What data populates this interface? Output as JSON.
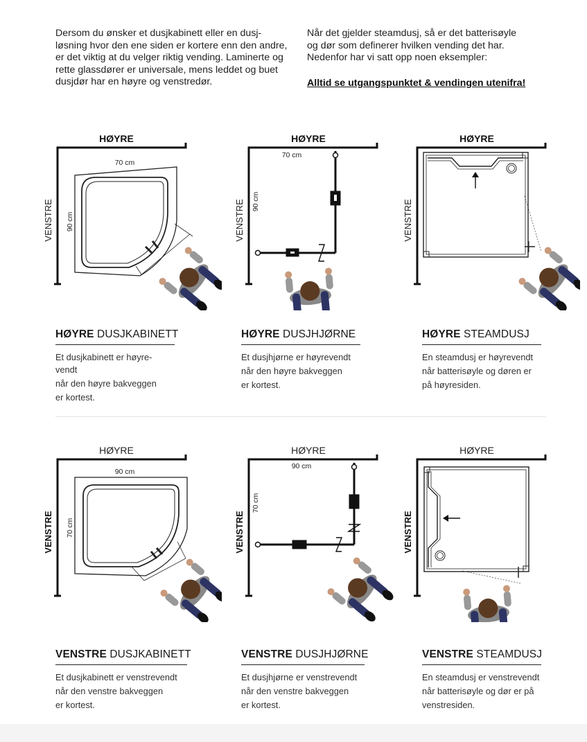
{
  "intro": {
    "left": [
      "Dersom du ønsker et dusjkabinett eller en dusj-",
      "løsning hvor den ene siden er kortere enn den andre,",
      "er det viktig at du velger riktig vending. Laminerte og",
      "rette glassdører er universale, mens leddet og buet",
      "dusjdør har en høyre og venstredør."
    ],
    "right": [
      "Når det gjelder steamdusj, så er det batterisøyle",
      "og dør som definerer hvilken vending det har.",
      "Nedenfor har vi satt opp noen eksempler:"
    ],
    "warning": "Alltid se utgangspunktet & vendingen utenifra!"
  },
  "diagrams": [
    {
      "top": "HØYRE",
      "side": "VENSTRE",
      "dim_a": "70 cm",
      "dim_b": "90 cm"
    },
    {
      "top": "HØYRE",
      "side": "VENSTRE",
      "dim_a": "70 cm",
      "dim_b": "90 cm"
    },
    {
      "top": "HØYRE",
      "side": "VENSTRE"
    },
    {
      "top": "HØYRE",
      "side": "VENSTRE",
      "dim_a": "90 cm",
      "dim_b": "70 cm"
    },
    {
      "top": "HØYRE",
      "side": "VENSTRE",
      "dim_a": "90 cm",
      "dim_b": "70 cm"
    },
    {
      "top": "HØYRE",
      "side": "VENSTRE"
    }
  ],
  "cards": [
    {
      "bold": "HØYRE",
      "rest": " DUSJKABINETT",
      "lines": [
        "Et dusjkabinett er høyre-",
        "vendt",
        "når den høyre bakveggen",
        "er kortest."
      ]
    },
    {
      "bold": "HØYRE",
      "rest": " DUSJHJØRNE",
      "lines": [
        "Et dusjhjørne er høyrevendt",
        "når den høyre bakveggen",
        "er kortest."
      ]
    },
    {
      "bold": "HØYRE",
      "rest": " STEAMDUSJ",
      "lines": [
        "En steamdusj er høyrevendt",
        "når batterisøyle og døren er",
        "på høyresiden."
      ]
    },
    {
      "bold": "VENSTRE",
      "rest": " DUSJKABINETT",
      "lines": [
        "Et dusjkabinett er venstrevendt",
        "når den venstre bakveggen",
        "er kortest."
      ]
    },
    {
      "bold": "VENSTRE",
      "rest": " DUSJHJØRNE",
      "lines": [
        "Et dusjhjørne er venstrevendt",
        "når den venstre bakveggen",
        "er kortest."
      ]
    },
    {
      "bold": "VENSTRE",
      "rest": " STEAMDUSJ",
      "lines": [
        "En steamdusj er venstrevendt",
        "når batterisøyle og dør er på",
        "venstresiden."
      ]
    }
  ]
}
